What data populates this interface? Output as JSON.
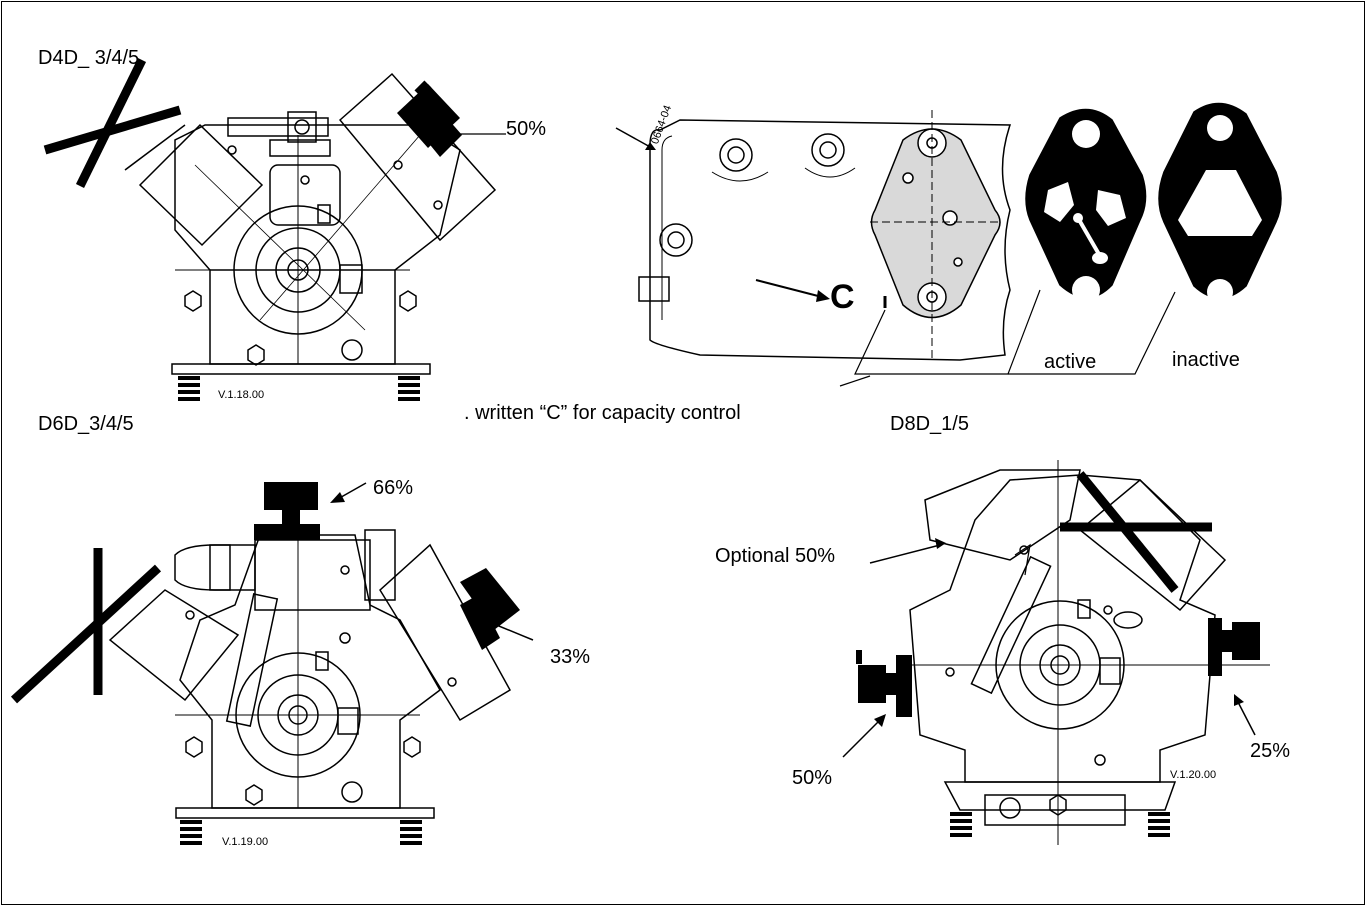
{
  "labels": {
    "d4d_title": "D4D_ 3/4/5",
    "d4d_pct": "50%",
    "d4d_version": "V.1.18.00",
    "letter_c": "C",
    "note": ". written “C” for capacity control",
    "active": "active",
    "inactive": "inactive",
    "d6d_title": "D6D_3/4/5",
    "d6d_pct_top": "66%",
    "d6d_pct_right": "33%",
    "d6d_version": "V.1.19.00",
    "d8d_title": "D8D_1/5",
    "d8d_optional": "Optional 50%",
    "d8d_pct_left": "50%",
    "d8d_pct_right": "25%",
    "d8d_version": "V.1.20.00",
    "cover_stamp": "0664-04"
  },
  "colors": {
    "ink": "#000000",
    "plate": "#d9d9d9",
    "paper": "#ffffff"
  }
}
